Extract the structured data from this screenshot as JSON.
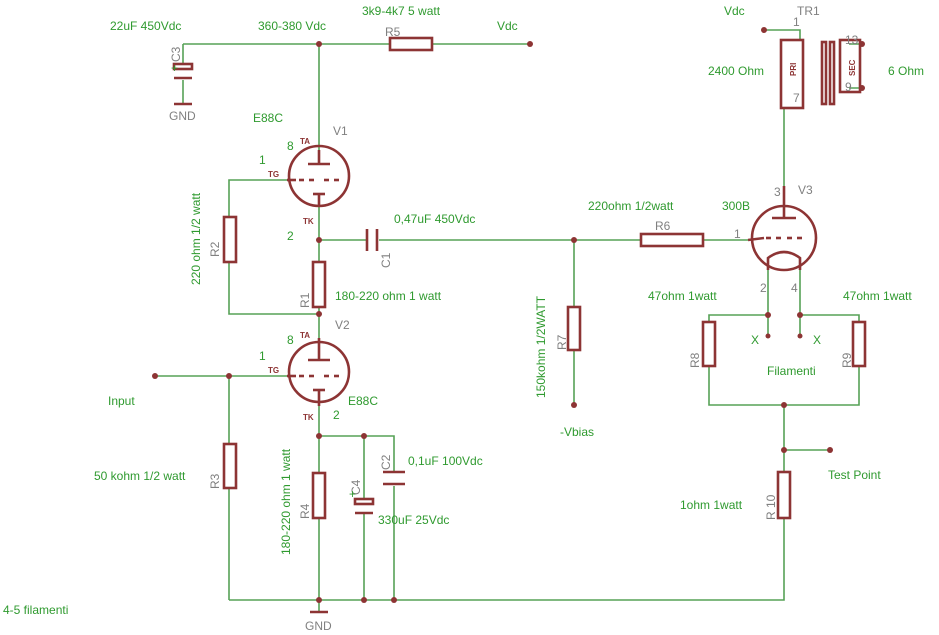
{
  "labels": {
    "c3_value": "22uF 450Vdc",
    "b_plus": "360-380 Vdc",
    "r5_value": "3k9-4k7 5 watt",
    "vdc_left": "Vdc",
    "vdc_tr": "Vdc",
    "tr1_primary": "2400 Ohm",
    "tr1_secondary": "6 Ohm",
    "v1_type": "E88C",
    "r2_value": "220 ohm 1/2 watt",
    "c1_value": "0,47uF 450Vdc",
    "r6_value": "220ohm 1/2watt",
    "v3_type": "300B",
    "r1_value": "180-220 ohm 1 watt",
    "r8_value": "47ohm 1watt",
    "r9_value": "47ohm 1watt",
    "r7_value": "150kohm 1/2WATT",
    "filament_x_left": "X",
    "filament_x_right": "X",
    "filament": "Filamenti",
    "input": "Input",
    "v2_type": "E88C",
    "vbias": "-Vbias",
    "c2_value": "0,1uF 100Vdc",
    "test_point": "Test Point",
    "r3_value": "50 kohm 1/2 watt",
    "r10_value": "1ohm 1watt",
    "r4_value": "180-220 ohm 1 watt",
    "c4_value": "330uF 25Vdc",
    "filament_count": "4-5 filamenti",
    "gnd_top": "GND",
    "gnd_bottom": "GND"
  },
  "refs": {
    "c3": "C3",
    "r5": "R5",
    "tr1": "TR1",
    "v1": "V1",
    "v2": "V2",
    "v3": "V3",
    "r1": "R1",
    "r2": "R2",
    "r3": "R3",
    "r4": "R4",
    "r6": "R6",
    "r7": "R7",
    "r8": "R8",
    "r9": "R9",
    "r10": "R 10",
    "c1": "C1",
    "c2": "C2",
    "c4": "C4",
    "c3_plus": "+",
    "c4_plus": "+"
  },
  "pins": {
    "v1_ta": "TA",
    "v1_tg": "TG",
    "v1_tk": "TK",
    "v1_8": "8",
    "v1_1": "1",
    "v1_2": "2",
    "v2_ta": "TA",
    "v2_tg": "TG",
    "v2_tk": "TK",
    "v2_8": "8",
    "v2_1": "1",
    "v2_2": "2",
    "v3_3": "3",
    "v3_1": "1",
    "v3_2": "2",
    "v3_4": "4",
    "tr1_1": "1",
    "tr1_7": "7",
    "tr1_13": "13",
    "tr1_9": "9",
    "tr1_pri": "PRI",
    "tr1_sec": "SEC"
  }
}
